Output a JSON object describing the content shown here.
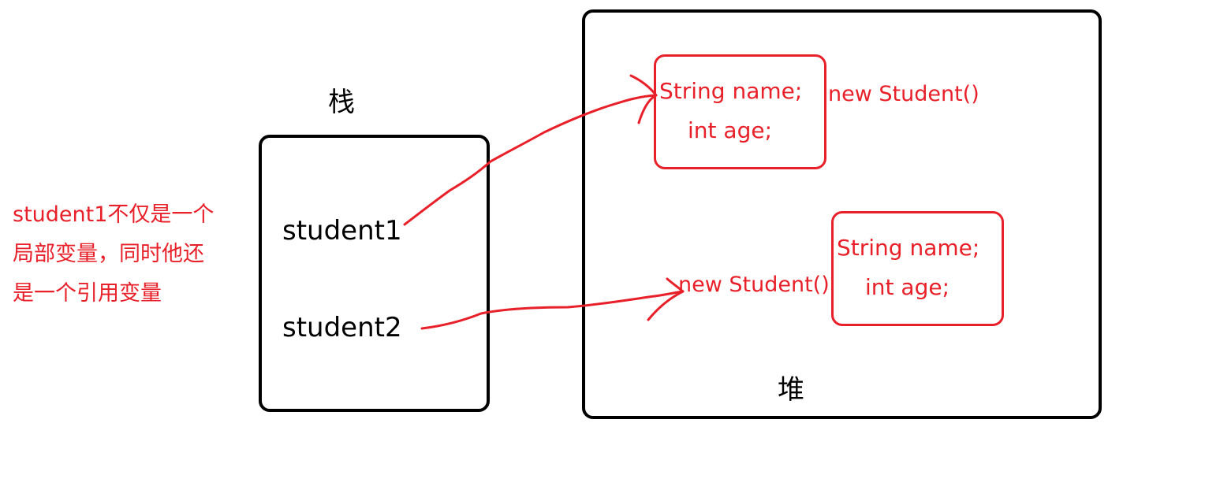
{
  "stack": {
    "label": "栈",
    "variables": [
      "student1",
      "student2"
    ]
  },
  "heap": {
    "label": "堆",
    "objects": [
      {
        "fields": [
          "String name;",
          "int age;"
        ],
        "constructor": "new Student()"
      },
      {
        "fields": [
          "String name;",
          "int age;"
        ],
        "constructor": "new Student()"
      }
    ]
  },
  "annotation": {
    "lines": [
      "student1不仅是一个",
      "局部变量，同时他还",
      "是一个引用变量"
    ]
  },
  "colors": {
    "outline": "#000000",
    "highlight": "#e8202a"
  }
}
